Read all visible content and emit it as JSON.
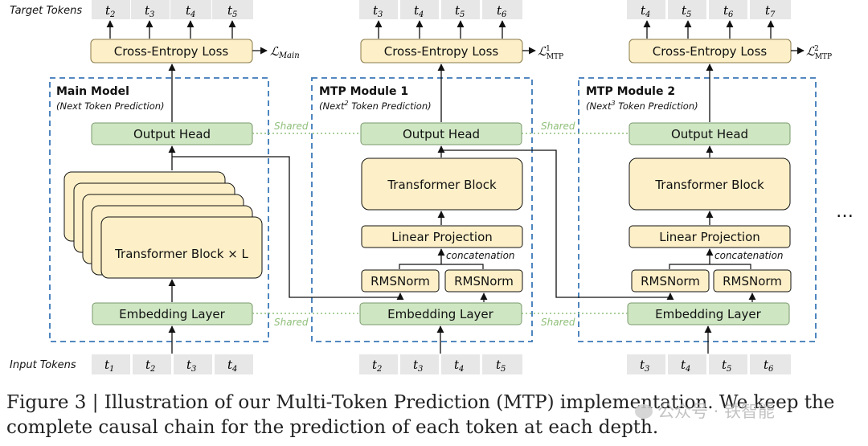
{
  "labels": {
    "target_tokens": "Target Tokens",
    "input_tokens": "Input Tokens",
    "ellipsis": "…"
  },
  "modules": [
    {
      "title": "Main Model",
      "subtitle_pre": "(Next Token Prediction)",
      "subtitle_sup": "",
      "subtitle_post": "",
      "loss_label": "Cross-Entropy Loss",
      "loss_symbol": "ℒ",
      "loss_sub": "Main",
      "loss_sup": "",
      "output_head": "Output Head",
      "transformer": "Transformer Block × L",
      "embedding": "Embedding Layer",
      "target_tokens": [
        [
          "t",
          "2"
        ],
        [
          "t",
          "3"
        ],
        [
          "t",
          "4"
        ],
        [
          "t",
          "5"
        ]
      ],
      "input_tokens": [
        [
          "t",
          "1"
        ],
        [
          "t",
          "2"
        ],
        [
          "t",
          "3"
        ],
        [
          "t",
          "4"
        ]
      ]
    },
    {
      "title": "MTP Module 1",
      "subtitle_pre": "(Next",
      "subtitle_sup": "2",
      "subtitle_post": " Token Prediction)",
      "loss_label": "Cross-Entropy Loss",
      "loss_symbol": "ℒ",
      "loss_sub": "MTP",
      "loss_sup": "1",
      "output_head": "Output Head",
      "transformer": "Transformer Block",
      "linear": "Linear Projection",
      "concat": "concatenation",
      "rms_left": "RMSNorm",
      "rms_right": "RMSNorm",
      "embedding": "Embedding Layer",
      "target_tokens": [
        [
          "t",
          "3"
        ],
        [
          "t",
          "4"
        ],
        [
          "t",
          "5"
        ],
        [
          "t",
          "6"
        ]
      ],
      "input_tokens": [
        [
          "t",
          "2"
        ],
        [
          "t",
          "3"
        ],
        [
          "t",
          "4"
        ],
        [
          "t",
          "5"
        ]
      ]
    },
    {
      "title": "MTP Module 2",
      "subtitle_pre": "(Next",
      "subtitle_sup": "3",
      "subtitle_post": " Token Prediction)",
      "loss_label": "Cross-Entropy Loss",
      "loss_symbol": "ℒ",
      "loss_sub": "MTP",
      "loss_sup": "2",
      "output_head": "Output Head",
      "transformer": "Transformer Block",
      "linear": "Linear Projection",
      "concat": "concatenation",
      "rms_left": "RMSNorm",
      "rms_right": "RMSNorm",
      "embedding": "Embedding Layer",
      "target_tokens": [
        [
          "t",
          "4"
        ],
        [
          "t",
          "5"
        ],
        [
          "t",
          "6"
        ],
        [
          "t",
          "7"
        ]
      ],
      "input_tokens": [
        [
          "t",
          "3"
        ],
        [
          "t",
          "4"
        ],
        [
          "t",
          "5"
        ],
        [
          "t",
          "6"
        ]
      ]
    }
  ],
  "shared_labels": {
    "head_1": "Shared",
    "head_2": "Shared",
    "emb_1": "Shared",
    "emb_2": "Shared"
  },
  "caption": {
    "figure_label": "Figure 3 | ",
    "text": "Illustration of our Multi-Token Prediction (MTP) implementation. We keep the complete causal chain for the prediction of each token at each depth."
  },
  "watermark": "公众号 · 铁智能",
  "colors": {
    "loss_fill": "#fdf0c8",
    "block_fill": "#fdf0c8",
    "green_fill": "#cfe6c3",
    "green_stroke": "#7a9a6c",
    "token_fill": "#e7e7e7",
    "dash_blue": "#3b78b8",
    "shared_green": "#8fbf7a"
  }
}
